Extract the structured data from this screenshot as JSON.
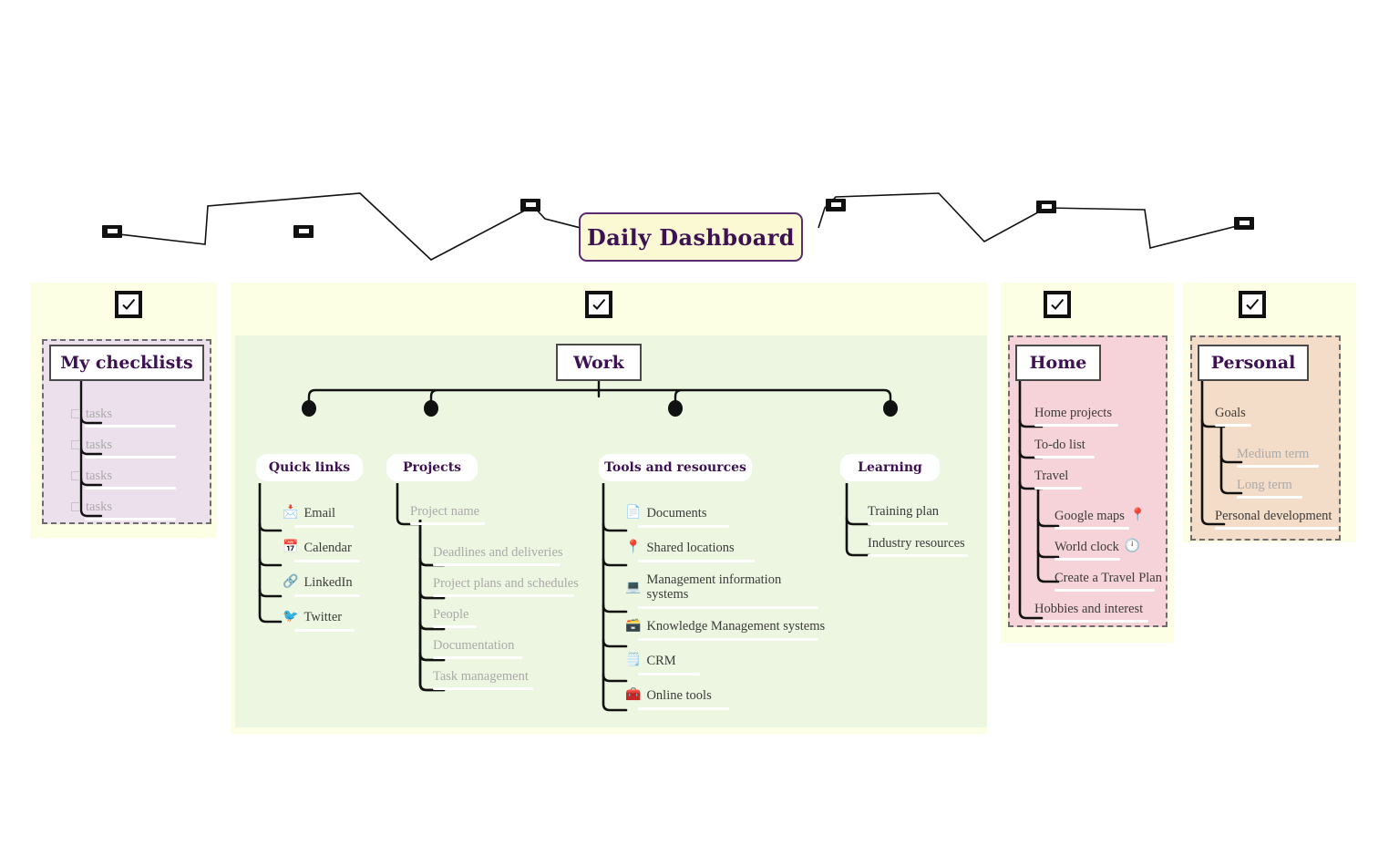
{
  "title": {
    "text": "Daily Dashboard"
  },
  "icons": {
    "checkmark": "check-icon"
  },
  "colors": {
    "title_bg": "#fbf8d4",
    "title_border": "#5b2a70",
    "title_text": "#3d1152",
    "band": "#fdffe4",
    "work_panel": "#edf6e1",
    "work_subpanel": "#e1f0cf",
    "checklists_panel": "#ece0ec",
    "home_panel": "#f6d3d8",
    "personal_panel": "#f4ddc8",
    "muted_text": "#aaaaaa",
    "body_text": "#3b3b3b"
  },
  "sections": {
    "checklists": {
      "header": "My checklists",
      "items": [
        {
          "label": "tasks",
          "muted": true
        },
        {
          "label": "tasks",
          "muted": true
        },
        {
          "label": "tasks",
          "muted": true
        },
        {
          "label": "tasks",
          "muted": true
        }
      ]
    },
    "work": {
      "header": "Work",
      "groups": {
        "quick_links": {
          "header": "Quick links",
          "items": [
            {
              "label": "Email",
              "icon": "email-envelope-icon",
              "glyph": "📩"
            },
            {
              "label": "Calendar",
              "icon": "calendar-icon",
              "glyph": "📅"
            },
            {
              "label": "LinkedIn",
              "icon": "link-chain-icon",
              "glyph": "🔗"
            },
            {
              "label": "Twitter",
              "icon": "twitter-bird-icon",
              "glyph": "🐦"
            }
          ]
        },
        "projects": {
          "header": "Projects",
          "root": {
            "label": "Project name",
            "muted": true
          },
          "items": [
            {
              "label": "Deadlines and deliveries",
              "muted": true
            },
            {
              "label": "Project plans and schedules",
              "muted": true
            },
            {
              "label": "People",
              "muted": true
            },
            {
              "label": "Documentation",
              "muted": true
            },
            {
              "label": "Task management",
              "muted": true
            }
          ]
        },
        "tools": {
          "header": "Tools and resources",
          "items": [
            {
              "label": "Documents",
              "icon": "document-page-icon",
              "glyph": "📄"
            },
            {
              "label": "Shared locations",
              "icon": "map-pin-icon",
              "glyph": "📍"
            },
            {
              "label": "Management information systems",
              "icon": "laptop-icon",
              "glyph": "💻"
            },
            {
              "label": "Knowledge Management systems",
              "icon": "card-file-box-icon",
              "glyph": "🗃️"
            },
            {
              "label": "CRM",
              "icon": "note-page-icon",
              "glyph": "🗒️"
            },
            {
              "label": "Online tools",
              "icon": "toolbox-icon",
              "glyph": "🧰"
            }
          ]
        },
        "learning": {
          "header": "Learning",
          "items": [
            {
              "label": "Training plan",
              "muted": false
            },
            {
              "label": "Industry resources",
              "muted": false
            }
          ]
        }
      }
    },
    "home": {
      "header": "Home",
      "items": [
        {
          "label": "Home projects",
          "muted": false
        },
        {
          "label": "To-do list",
          "muted": false
        },
        {
          "label": "Travel",
          "muted": false,
          "children": [
            {
              "label": "Google maps",
              "icon": "google-maps-pin-icon",
              "glyph": "📍"
            },
            {
              "label": "World clock",
              "icon": "world-clock-icon",
              "glyph": "🕛"
            },
            {
              "label": "Create a Travel Plan"
            }
          ]
        },
        {
          "label": "Hobbies and interest",
          "muted": false
        }
      ]
    },
    "personal": {
      "header": "Personal",
      "items": [
        {
          "label": "Goals",
          "muted": false,
          "children": [
            {
              "label": "Medium term",
              "muted": true
            },
            {
              "label": "Long term",
              "muted": true
            }
          ]
        },
        {
          "label": "Personal development",
          "muted": false
        }
      ]
    }
  }
}
